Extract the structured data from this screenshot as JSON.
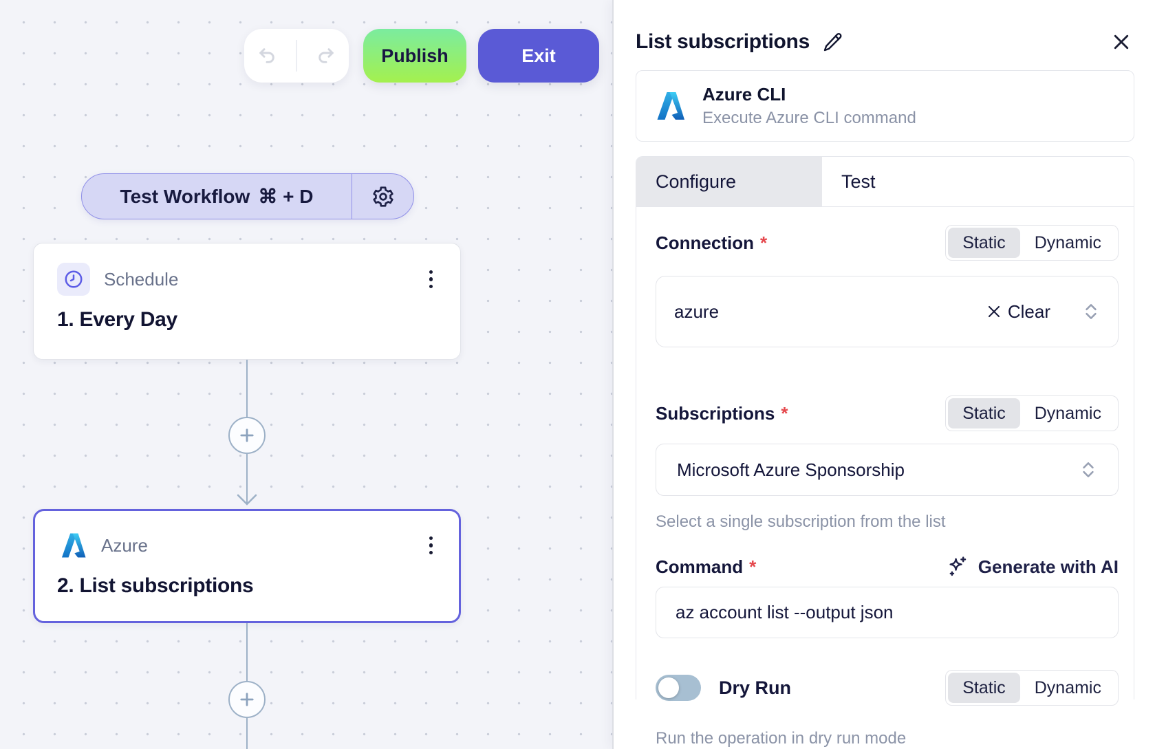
{
  "toolbar": {
    "publish": "Publish",
    "exit": "Exit"
  },
  "canvas": {
    "test_workflow": {
      "label": "Test Workflow",
      "shortcut": "⌘ + D"
    },
    "nodes": [
      {
        "app": "Schedule",
        "step_title": "1. Every Day",
        "icon": "clock-icon",
        "selected": false
      },
      {
        "app": "Azure",
        "step_title": "2. List subscriptions",
        "icon": "azure-logo",
        "selected": true
      }
    ]
  },
  "panel": {
    "title": "List subscriptions",
    "piece": {
      "name": "Azure CLI",
      "description": "Execute Azure CLI command"
    },
    "tabs": {
      "configure": "Configure",
      "test": "Test"
    },
    "modes": {
      "static": "Static",
      "dynamic": "Dynamic"
    },
    "required_marker": "*",
    "connection": {
      "label": "Connection",
      "value": "azure",
      "clear": "Clear"
    },
    "subscriptions": {
      "label": "Subscriptions",
      "value": "Microsoft Azure Sponsorship",
      "helper": "Select a single subscription from the list"
    },
    "command": {
      "label": "Command",
      "generate": "Generate with AI",
      "value": "az account list --output json"
    },
    "dry_run": {
      "label": "Dry Run",
      "helper": "Run the operation in dry run mode",
      "enabled": false
    }
  },
  "colors": {
    "publish_gradient_start": "#7bec9f",
    "publish_gradient_end": "#a4f04e",
    "exit_purple": "#5a5ad6",
    "selected_node_border": "#6462dd",
    "accent_lavender": "#d6d7f5",
    "connector": "#9db1c7",
    "required_red": "#e5484d"
  }
}
